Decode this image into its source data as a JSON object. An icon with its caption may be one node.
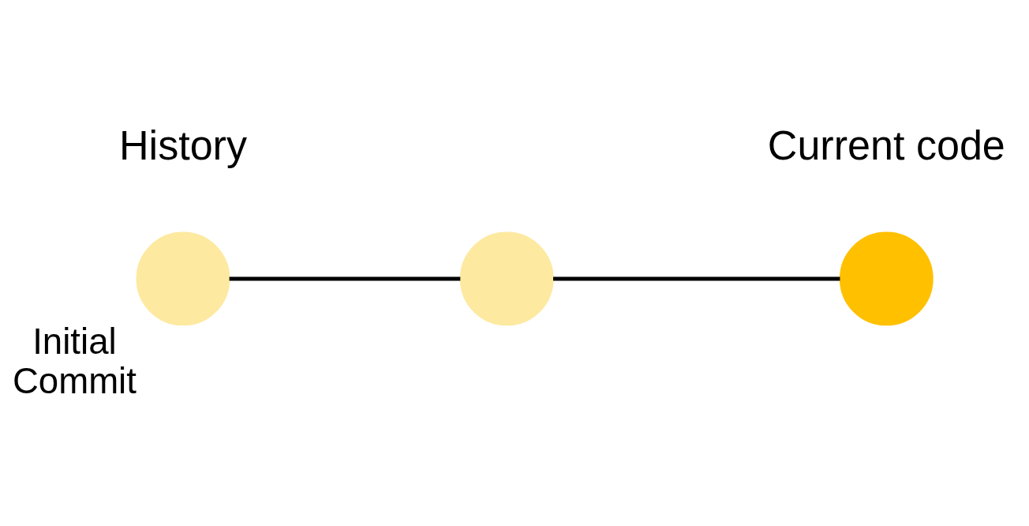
{
  "diagram": {
    "nodes": [
      {
        "text": [],
        "shape": "circle",
        "beside": [
          "Initial Commit"
        ]
      },
      {
        "text": [],
        "shape": "circle"
      },
      {
        "text": [],
        "shape": "circle"
      }
    ],
    "edges": [
      {
        "from": 0,
        "to": 1,
        "arrow": "none"
      },
      {
        "from": 1,
        "to": 2,
        "arrow": "none"
      }
    ],
    "labels": [
      "History",
      "Current code"
    ]
  }
}
